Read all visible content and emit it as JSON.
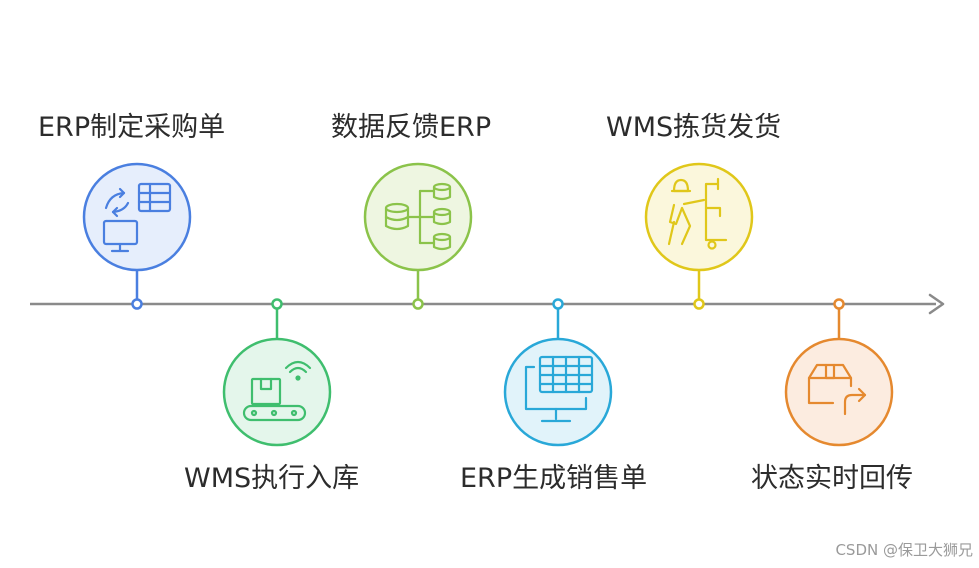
{
  "steps": [
    {
      "label": "ERP制定采购单",
      "position": "above",
      "color": "#4a7fe0",
      "fill": "#e6eefc",
      "icon": "data-exchange-icon"
    },
    {
      "label": "WMS执行入库",
      "position": "below",
      "color": "#3fbe6e",
      "fill": "#e4f6eb",
      "icon": "conveyor-wifi-icon"
    },
    {
      "label": "数据反馈ERP",
      "position": "above",
      "color": "#8bc34a",
      "fill": "#eef6e1",
      "icon": "database-sync-icon"
    },
    {
      "label": "ERP生成销售单",
      "position": "below",
      "color": "#29a8d8",
      "fill": "#e1f3fa",
      "icon": "computer-table-icon"
    },
    {
      "label": "WMS拣货发货",
      "position": "above",
      "color": "#e0c71a",
      "fill": "#fbf7dc",
      "icon": "worker-handcart-icon"
    },
    {
      "label": "状态实时回传",
      "position": "below",
      "color": "#e5892f",
      "fill": "#fcece0",
      "icon": "package-forward-icon"
    }
  ],
  "timeline_color": "#8a8a8a",
  "watermark": "CSDN @保卫大狮兄"
}
